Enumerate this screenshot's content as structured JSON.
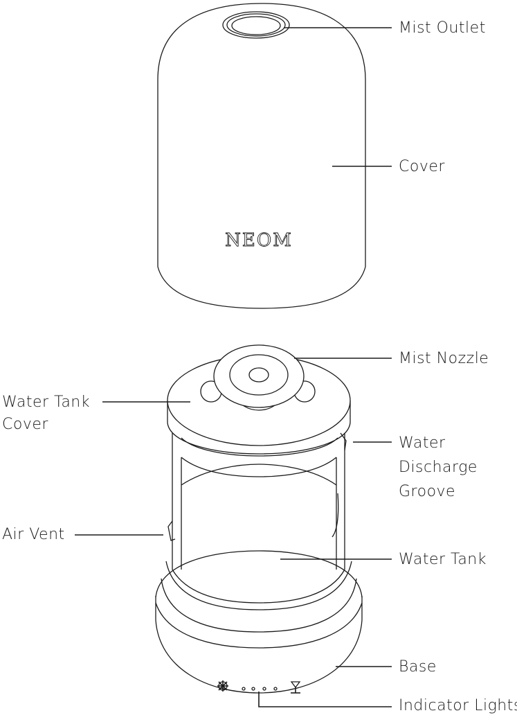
{
  "brand": "NEOM",
  "labels": {
    "mist_outlet": "Mist Outlet",
    "cover": "Cover",
    "mist_nozzle": "Mist Nozzle",
    "water_tank_cover_line1": "Water Tank",
    "water_tank_cover_line2": "Cover",
    "water_discharge_line1": "Water",
    "water_discharge_line2": "Discharge",
    "water_discharge_line3": "Groove",
    "air_vent": "Air Vent",
    "water_tank": "Water Tank",
    "base": "Base",
    "indicator_lights": "Indicator Lights"
  }
}
